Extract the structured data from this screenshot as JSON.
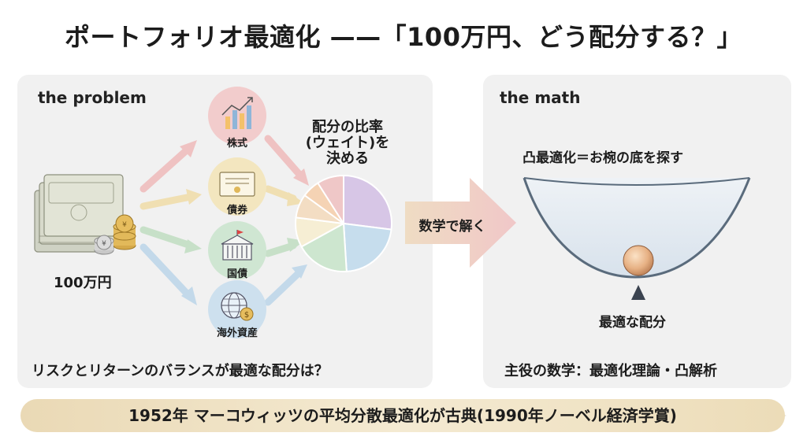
{
  "title": "ポートフォリオ最適化 ——「100万円、どう配分する？」",
  "left_panel": {
    "heading": "the problem",
    "money_label": "100万円",
    "assets": [
      {
        "label": "株式",
        "icon": "stock-chart-icon",
        "color": "#f2cccc"
      },
      {
        "label": "債券",
        "icon": "certificate-icon",
        "color": "#f3e6bf"
      },
      {
        "label": "国債",
        "icon": "government-building-icon",
        "color": "#cfe6d2"
      },
      {
        "label": "海外資産",
        "icon": "globe-dollar-icon",
        "color": "#cde0ee"
      }
    ],
    "ratio_label_lines": [
      "配分の比率",
      "(ウェイト)を",
      "決める"
    ],
    "caption": "リスクとリターンのバランスが最適な配分は？"
  },
  "center_arrow": {
    "label": "数学で解く"
  },
  "right_panel": {
    "heading": "the math",
    "subtitle": "凸最適化＝お椀の底を探す",
    "optimum_label": "最適な配分",
    "caption": "主役の数学：最適化理論・凸解析"
  },
  "banner": "1952年 マーコウィッツの平均分散最適化が古典(1990年ノーベル経済学賞)",
  "pie_slices": [
    {
      "name": "purple",
      "color": "#d7c6e6",
      "fraction": 0.27
    },
    {
      "name": "blue",
      "color": "#c6dded",
      "fraction": 0.22
    },
    {
      "name": "green",
      "color": "#cde6cf",
      "fraction": 0.18
    },
    {
      "name": "yellow-light",
      "color": "#f6eed4",
      "fraction": 0.1
    },
    {
      "name": "peach",
      "color": "#f3ddc3",
      "fraction": 0.08
    },
    {
      "name": "orange",
      "color": "#f5d3b4",
      "fraction": 0.06
    },
    {
      "name": "pink",
      "color": "#efc7c7",
      "fraction": 0.09
    }
  ]
}
